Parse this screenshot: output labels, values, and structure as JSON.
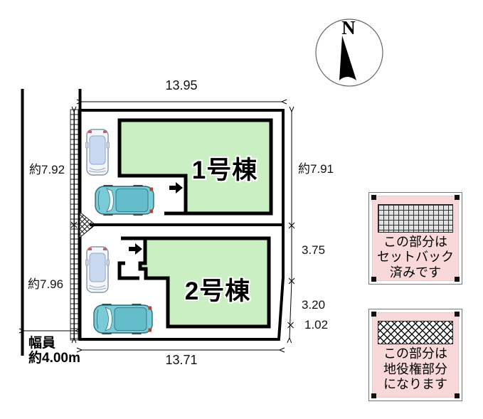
{
  "compass": {
    "north_label": "N"
  },
  "dimensions": {
    "top_width": "13.95",
    "bottom_width": "13.71",
    "left_upper": "約7.92",
    "left_lower": "約7.96",
    "right_upper": "約7.91",
    "right_mid": "3.75",
    "right_lower": "3.20",
    "right_bottom": "1.02",
    "road_width_label": "幅員",
    "road_width_value": "約4.00m"
  },
  "buildings": [
    {
      "label": "1号棟"
    },
    {
      "label": "2号棟"
    }
  ],
  "legend": [
    {
      "id": "setback",
      "pattern": "grid",
      "lines": [
        "この部分は",
        "セットバック",
        "済みです"
      ]
    },
    {
      "id": "easement",
      "pattern": "crosshatch",
      "lines": [
        "この部分は",
        "地役権部分",
        "になります"
      ]
    }
  ],
  "colors": {
    "building_fill": "#c9efc2",
    "legend_pink": "#f8d8d8",
    "car_teal": "#79cbd7",
    "car_light": "#f3f6fa"
  }
}
